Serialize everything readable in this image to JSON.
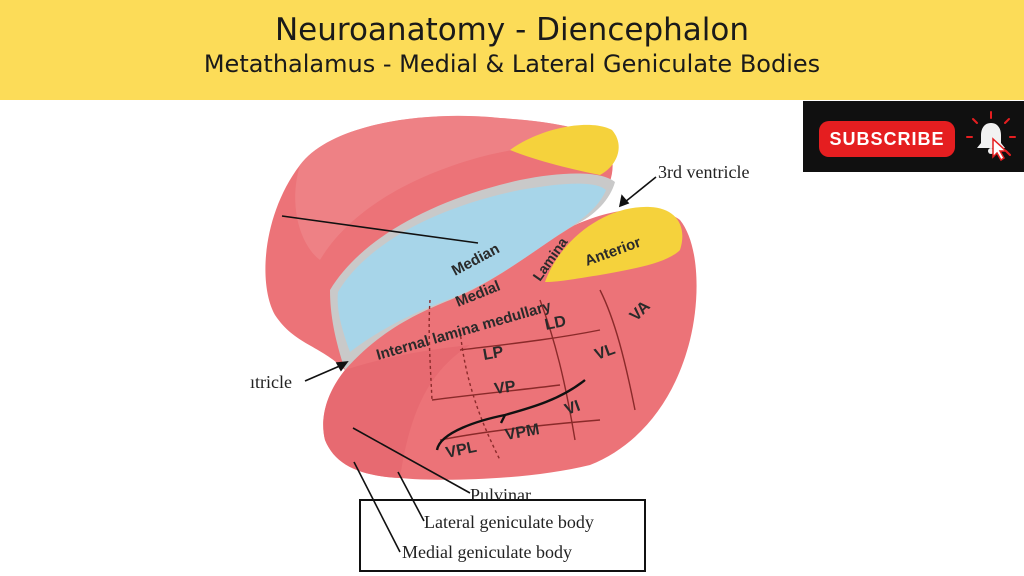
{
  "header": {
    "title": "Neuroanatomy - Diencephalon",
    "subtitle": "Metathalamus - Medial & Lateral Geniculate Bodies"
  },
  "subscribe": {
    "label": "SUBSCRIBE",
    "icon": "bell-icon",
    "button_color": "#e51e20"
  },
  "diagram": {
    "labels": {
      "third_ventricle": "3rd ventricle",
      "ventricle_partial": "ıtricle",
      "pulvinar": "Pulvinar",
      "lateral_geniculate": "Lateral geniculate body",
      "medial_geniculate": "Medial geniculate body"
    },
    "regions": {
      "median": "Median",
      "medial": "Medial",
      "lamina": "Lamina",
      "anterior": "Anterior",
      "internal_lamina": "Internal lamina medullary",
      "lp": "LP",
      "ld": "LD",
      "va": "VA",
      "vl": "VL",
      "vp": "VP",
      "vpl": "VPL",
      "vpm": "VPM",
      "vi": "VI"
    },
    "colors": {
      "red": "#ec7378",
      "blue": "#a7d5e9",
      "yellow": "#f5d23c"
    }
  }
}
